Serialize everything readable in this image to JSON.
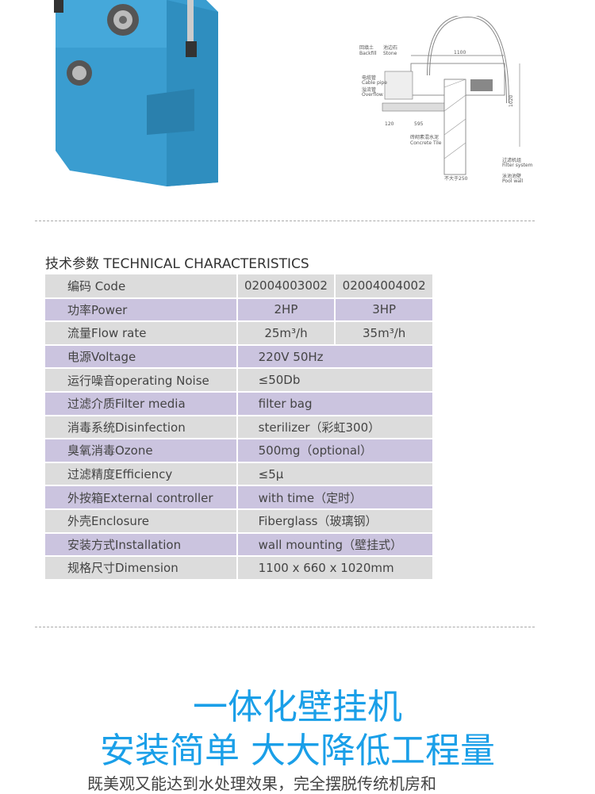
{
  "diagram": {
    "labels": [
      "回填土",
      "Backfill",
      "池边石",
      "Stone",
      "1100",
      "电缆管",
      "Cable pipe",
      "溢流管",
      "Overflow",
      "120",
      "595",
      "砖砌素混水泥",
      "Concrete Tile",
      "1020",
      "过滤机组",
      "Filter system",
      "泳池池壁",
      "Pool wall",
      "不大于250"
    ]
  },
  "table": {
    "title": "技术参数 TECHNICAL CHARACTERISTICS",
    "header": {
      "label": "编码  Code",
      "values": [
        "02004003002",
        "02004004002"
      ]
    },
    "rows": [
      {
        "label": "功率Power",
        "values": [
          "2HP",
          "3HP"
        ]
      },
      {
        "label": "流量Flow rate",
        "values": [
          "25m³/h",
          "35m³/h"
        ]
      },
      {
        "label": "电源Voltage",
        "value": "220V  50Hz"
      },
      {
        "label": "运行噪音operating Noise",
        "value": "≤50Db"
      },
      {
        "label": "过滤介质Filter media",
        "value": "filter bag"
      },
      {
        "label": "消毒系统Disinfection",
        "value": "sterilizer（彩虹300）"
      },
      {
        "label": "臭氧消毒Ozone",
        "value": "500mg（optional）"
      },
      {
        "label": "过滤精度Efficiency",
        "value": "≤5μ"
      },
      {
        "label": "外按箱External controller",
        "value": "with time（定时）"
      },
      {
        "label": "外壳Enclosure",
        "value": "Fiberglass（玻璃钢）"
      },
      {
        "label": "安装方式Installation",
        "value": "wall mounting（壁挂式）"
      },
      {
        "label": "规格尺寸Dimension",
        "value": "1100 x 660 x 1020mm"
      }
    ]
  },
  "headline": {
    "line1": "一体化壁挂机",
    "line2": "安装简单 大大降低工程量",
    "body": "既美观又能达到水处理效果，完全摆脱传统机房和"
  }
}
